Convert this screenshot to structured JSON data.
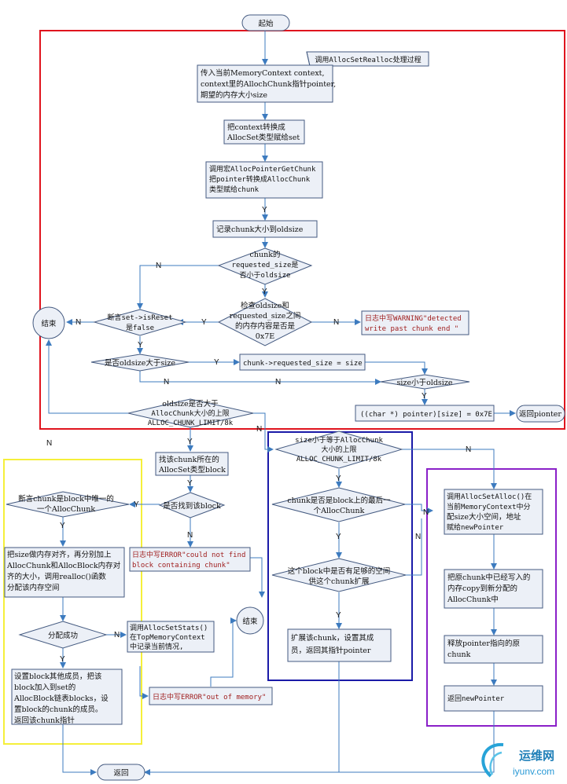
{
  "start": "起始",
  "note": "调用AllocSetRealloc处理过程",
  "step1": [
    "传入当前MemoryContext context,",
    "context里的AllochChunk指针pointer,",
    "期望的内存大小size"
  ],
  "step2": [
    "把context转换成",
    "AllocSet类型赋给set"
  ],
  "step3": [
    "调用宏AllocPointerGetChunk",
    "把pointer转换成AllocChunk",
    "类型赋给chunk"
  ],
  "step4": "记录chunk大小到oldsize",
  "d1": [
    "chunk的",
    "requested_size是",
    "否小于oldsize"
  ],
  "d2": [
    "检查oldsize和",
    "requested_size之间",
    "的内存内容是否是",
    "0x7E"
  ],
  "warn": [
    "日志中写WARNING\"detected",
    "write past chunk end \""
  ],
  "d3": [
    "断言set->isReset",
    "是false"
  ],
  "end": "结束",
  "d4": "是否oldsize大于size",
  "set_req": "chunk->requested_size = size",
  "d5": "size小于oldsize",
  "set7e": "((char *) pointer)[size] = 0x7E",
  "ret_pointer": "返回pionter",
  "d6": [
    "oldsize是否大于",
    "AllocChunk大小的上限",
    "ALLOC_CHUNK_LIMIT/8k"
  ],
  "find_block": [
    "找该chunk所在的",
    "AllocSet类型block"
  ],
  "d7": "是否找到该block",
  "err_block": [
    "日志中写ERROR\"could not find",
    "block containing chunk\""
  ],
  "d8": [
    "断言chunk是block中唯一的",
    "一个AllocChunk"
  ],
  "realloc": [
    "把size做内存对齐，再分别加上",
    "AllocChunk和AllocBlock内存对",
    "齐的大小，调用realloc()函数",
    "分配该内存空间"
  ],
  "d9": "分配成功",
  "stats": [
    "调用AllocSetStats()",
    "在TopMemoryContext",
    "中记录当前情况,"
  ],
  "err_mem": "日志中写ERROR\"out of memory\"",
  "set_block": [
    "设置block其他成员，把该",
    "block加入到set的",
    "AllocBlock链表blocks，设",
    "置block的chunk的成员。",
    "返回该chunk指针"
  ],
  "end2": "结束",
  "ret": "返回",
  "d10": [
    "size小于等于AllocChunk",
    "大小的上限",
    "ALLOC_CHUNK_LIMIT/8k"
  ],
  "d11": [
    "chunk是否是block上的最后一",
    "个AllocChunk"
  ],
  "d12": [
    "这个block中是否有足够的空间",
    "供这个chunk扩展"
  ],
  "extend": [
    "扩展该chunk，设置其成",
    "员，返回其指针pointer"
  ],
  "alloc_new": [
    "调用AllocSetAlloc()在",
    "当前MemoryContext中分",
    "配size大小空间，地址",
    "赋给newPointer"
  ],
  "copy": [
    "把原chunk中已经写入的",
    "内存copy到新分配的",
    "AllocChunk中"
  ],
  "free_old": [
    "释放pointer指向的原",
    "chunk"
  ],
  "ret_new": "返回newPointer",
  "yes": "Y",
  "no": "N",
  "watermark": "运维网",
  "watermark_sub": "iyunv.com",
  "colors": {
    "red": "#e0141e",
    "yellow": "#f5ef3a",
    "blue": "#1a1aa8",
    "purple": "#8a20c8",
    "line": "#3d7bbf"
  }
}
